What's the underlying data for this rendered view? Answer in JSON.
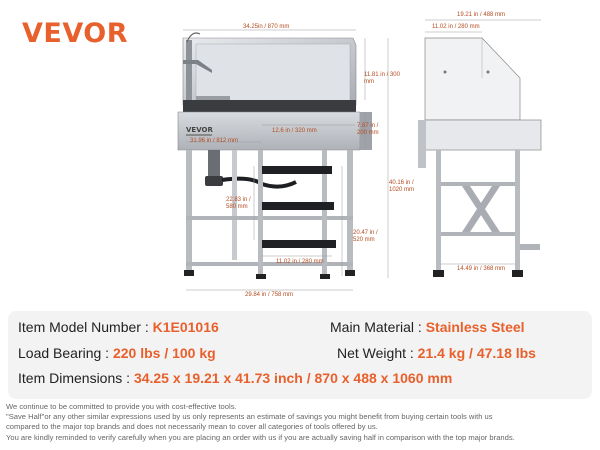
{
  "brand": "VEVOR",
  "dimensions": {
    "front_width": "34.25in / 870 mm",
    "backsplash_height": "11.81 in / 300 mm",
    "front_lip_width": "12.6 in / 320 mm",
    "tub_depth": "7.87 in / 200 mm",
    "tub_inner_length": "31.96 in / 812 mm",
    "total_height": "40.16 in / 1020 mm",
    "step_height": "22.83 in / 580 mm",
    "leg_height": "20.47 in / 520 mm",
    "step_width": "11.02 in / 280 mm",
    "base_width": "29.84 in / 758 mm",
    "side_depth": "19.21 in / 488 mm",
    "side_top_depth": "11.02 in / 280 mm",
    "side_base_depth": "14.49 in / 368 mm"
  },
  "specs": {
    "model_label": "Item Model Number :",
    "model_value": "K1E01016",
    "material_label": "Main Material :",
    "material_value": "Stainless Steel",
    "load_label": "Load Bearing :",
    "load_value": "220 lbs / 100 kg",
    "weight_label": "Net Weight :",
    "weight_value": "21.4 kg / 47.18 lbs",
    "dims_label": "Item Dimensions :",
    "dims_value": "34.25 x 19.21 x 41.73 inch / 870 x 488 x 1060 mm"
  },
  "disclaimer": {
    "line1": "We continue to be committed to provide you with cost-effective tools.",
    "line2": "\"Save Half\"or any other similar expressions used by us only represents an estimate of savings you might benefit from buying certain tools with us",
    "line3": "compared to the major top brands and does not necessarily mean to cover all categories of tools offered by us.",
    "line4": "You are kindly reminded to verify carefully when you are placing an order with us if you are actually saving half in comparison with the top major brands."
  },
  "colors": {
    "accent": "#e8602c",
    "steel": "#c9ccd0",
    "dark": "#222222"
  }
}
